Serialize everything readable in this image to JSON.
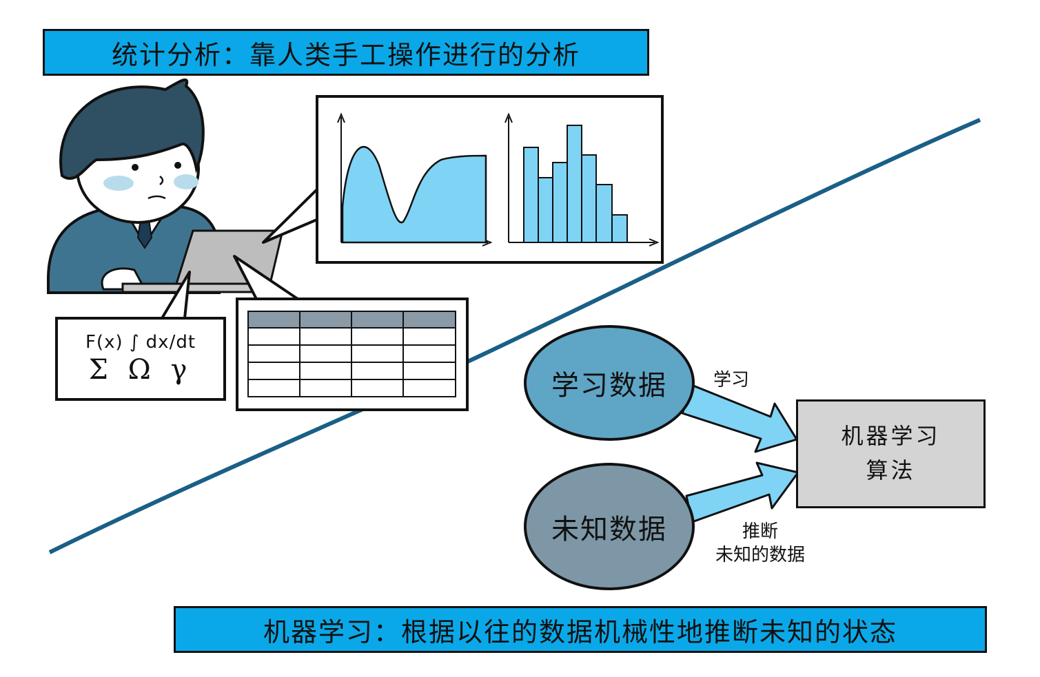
{
  "banners": {
    "top": "统计分析：靠人类手工操作进行的分析",
    "bottom": "机器学习：根据以往的数据机械性地推断未知的状态"
  },
  "formula": {
    "line1": "F(x)  ∫  dx/dt",
    "line2": "Σ Ω γ"
  },
  "flow": {
    "learning_data": "学习数据",
    "unknown_data": "未知数据",
    "algorithm_line1": "机器学习",
    "algorithm_line2": "算法",
    "arrow_learn_label": "学习",
    "arrow_infer_line1": "推断",
    "arrow_infer_line2": "未知的数据"
  },
  "colors": {
    "banner": "#0aa8e8",
    "chart_fill": "#7fd3f5",
    "divider_line": "#1a5f86",
    "suit": "#3f7490",
    "hair": "#2f4f63",
    "learning_ellipse": "#5fa5c6",
    "unknown_ellipse": "#7e97a6",
    "algorithm_box": "#d4d4d4",
    "table_header": "#8a9aa6"
  },
  "icons": [
    "person-icon",
    "laptop-icon",
    "area-chart-icon",
    "histogram-icon",
    "spreadsheet-icon",
    "arrow-icon"
  ]
}
